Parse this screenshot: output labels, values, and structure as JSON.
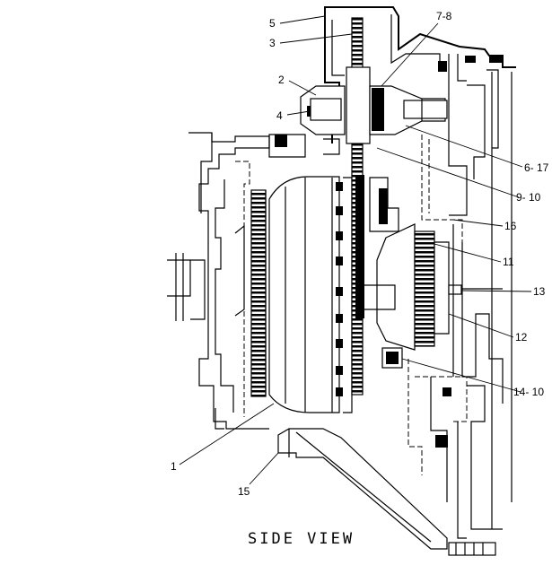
{
  "diagram": {
    "view_title": "SIDE VIEW",
    "callouts": [
      {
        "id": "c5",
        "text": "5"
      },
      {
        "id": "c3",
        "text": "3"
      },
      {
        "id": "c7-8",
        "text": "7-8"
      },
      {
        "id": "c2",
        "text": "2"
      },
      {
        "id": "c4",
        "text": "4"
      },
      {
        "id": "c6-17",
        "text": "6- 17"
      },
      {
        "id": "c9-10",
        "text": "9- 10"
      },
      {
        "id": "c16",
        "text": "16"
      },
      {
        "id": "c11",
        "text": "11"
      },
      {
        "id": "c13",
        "text": "13"
      },
      {
        "id": "c12",
        "text": "12"
      },
      {
        "id": "c14-10",
        "text": "14- 10"
      },
      {
        "id": "c1",
        "text": "1"
      },
      {
        "id": "c15",
        "text": "15"
      }
    ]
  }
}
